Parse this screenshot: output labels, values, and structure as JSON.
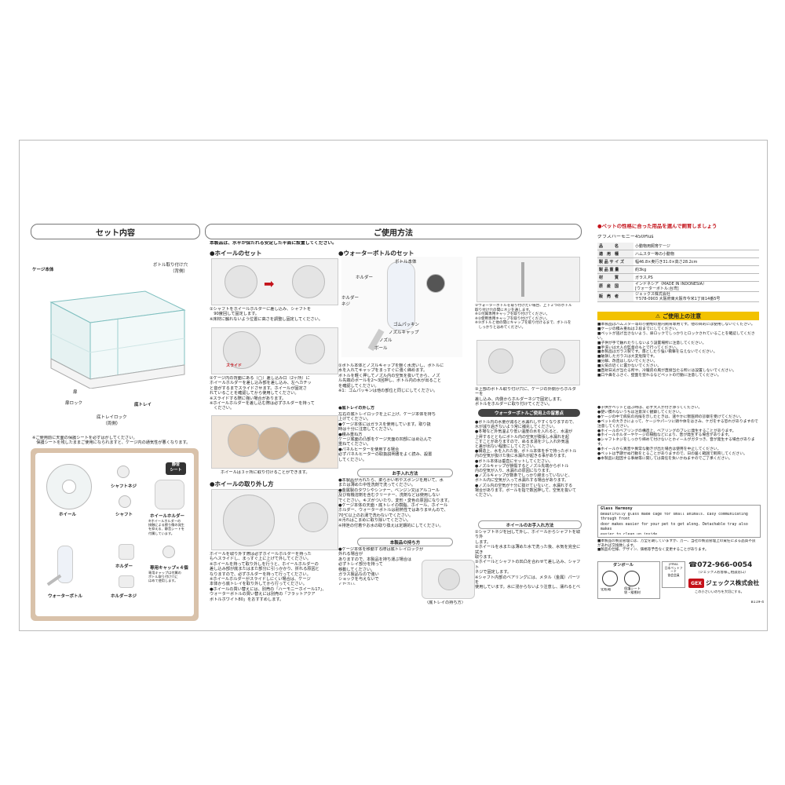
{
  "set": {
    "header": "セット内容",
    "labels": {
      "cage": "ケージ本体",
      "bottle_hole": "ボトル取り付け穴\n（背側）",
      "door": "扉",
      "door_lock": "扉ロック",
      "tray_lock": "底トレイロック\n（両側）",
      "tray": "底トレイ"
    },
    "note": "※ご使用前に天面の保護シートを必ずはがしてください。\n　保護シートを残したままご使用になられますと、ケージ内の通気性が悪くなります。",
    "parts": {
      "shaft_screw": "シャフトネジ",
      "wheel": "ホイール",
      "shaft": "シャフト",
      "silent_sheet": "静音\nシート",
      "wheel_holder": "ホイールホルダー",
      "wheel_holder_note": "※ホイールホルダーの\n接触による擦り傷の発生\nを抑える、静音シートを\n付属しています。",
      "holder": "ホルダー",
      "bottle": "ウォーターボトル",
      "holder_screw": "ホルダーネジ",
      "caps": "専用キャップ×４個",
      "caps_note": "専用キャップは付属の\nボトル取り付け穴に\nはめて使用します。"
    }
  },
  "usage": {
    "header": "ご使用方法",
    "intro": "本製品は、水平が保たれる安定した平面に設置してください。",
    "wheel_set_title": "●ホイールのセット",
    "wheel_step1": "①シャフトをホイールホルダーに差し込み、シャフトを\n　90度回して固定します。\n※床材に触れないよう位置に高さを調整し固定してください。",
    "wheel_step2": "②ケージ内の背面にある（◯）差し込み口（2ヶ所）に\nホイールホルダーを差し込み部を差し込み、左へカチッ\nと音がするまでスライドさせます。ホイールが固定さ\nれていることを確認してから使用してください。\n※スライドする際に強い場合があります。\n※ホイールホルダーを差し込む際は必ずホルダーを持って\n　ください。",
    "slide": "スライド",
    "wheel_height": "ホイールは３ヶ所に取り付けることができます。",
    "wheel_remove_title": "●ホイールの取り外し方",
    "wheel_remove": "ホイールを取り外す際は必ずホイールホルダーを持った\nもへスライドし、まっすぐ上に上げて外してください。\n※ホイールを持って取り外しを行うと、ホイールホルダーの\n差し込み部が底またはまた部分に引っかかり、折れる原因と\nなりますので、必ずホルダーを持って行ってください。\n※ホイールホルダーがスライドしにくい場合は、ケージ\n本体から底トレイを取り外してから行ってください。\n●ホイールの買い替えには、別売の「ハーモニーホイール17」、\nウォーターボトルの買い替えには別売の「フラットアクア\nボトルホワイト80」をおすすめします。",
    "bottle_set_title": "●ウォーターボトルのセット",
    "bottle_labels": {
      "body": "ボトル本体",
      "holder": "ホルダー",
      "holder_screw": "ホルダー\nネジ",
      "packing": "ゴムパッキン",
      "nozzle_cap": "ノズルキャップ",
      "nozzle": "ノズル",
      "ball": "ボール"
    },
    "bottle_step1": "①ボトル本体とノズルキャップを軽く水洗いし、ボトルに\n水を入れてキャップをまっすぐに強く締めます。\nボトルを軽く押してノズル内の空気を抜いてから、ノズ\nル先端のボールを2～3回押し、ボトル内の水が出ること\nを確認してください。\n※1：ゴムパッキンは他の部位と同じにしてください。",
    "bottle_step2": "②ウォーターボトルを取り付けたい場合、上下２つのボトル\n取り付け穴の間にネジを通します。\n※①付属専用キャップを取り付けてください。\n※②使用専用キャップを取り付けてください。\n※③ボトルと他の間にキャップを取り付けるまで、ボトルを\n　しっかりとはめてください。",
    "bottle_step3": "③上部のボトル取り付け穴に、ケージの外側からホルダーを\n差し込み、内側からホルダーネジで固定します。\nボトルをホルダーに取り付けてください。",
    "tray_title": "●底トレイの外し方",
    "tray_text": "左右の底トレイロックを上に上げ、ケージ本体を持ち\n上げてください。\n●ケージ本体にはガラスを使用しています。取り扱\n時は十分に注意してください。\n●積み重ね方\nケージ底面の凸部をケージ天面の凹部にはめ込んで\n重ねてください。\n●パネルヒーターを使用する場合\n必ずパネルヒーターの取扱説明書をよく読み、設置\nしてください。",
    "care_title": "お手入れ方法",
    "care_text": "●本製品が汚れたら、柔らかい布やスポンジを用いて、水\nまたは薄めた中性洗剤で洗ってください。\n●金属製のタワシやシンナー、ベンジン又はアルコール\n及び有機溶剤を含むクリーナー、洗剤などは使用しない\nでください。キズがついたり、変形・変色の原因になります。\n●ケージ本体の天面・底トレイの樹脂、ホイール、ホイール\nホルダー、ウォーターボトルは耐熱性ではありませんので、\n70℃以上のお湯で洗わないでください。\n※汚れはこまめに取り除いてください。\n※排泄の付着やお水の取り換えは定期的にしてください。",
    "carry_title": "本製品の持ち方",
    "carry_text": "●ケージ本体を移動する際は底トレイロックが外れる場合が\nありますので、本製品を持ち運ぶ場合は\n必ずトレイ部分を持って\n移動してください。\nガラス製品なので強い\nショックを与えないで\nください。",
    "carry_caption": "〈底トレイの持ち方〉",
    "bottle_notes_title": "ウォーターボトルご使用上の留意点",
    "bottle_notes": "●ボトル内の水量が減ると水漏れしやすくなりますので、\n水が減り過ぎないよう常に補充してください。\n●冬場など外気温より低い温度の水を入れると、水温が\n上昇するとともにボトル内の空気が膨張し水漏れを起\nこすことがありますので、ぬるま湯を少し入れ外気温\nと差が出ない程度にしてください。\n●構造上、水を入れた後、ボトル本体を手で持ったボトル\n内の空気が抜けた後に水漏れが起きる事があります。\n●ボトル本体は垂直にセットしてください。\n●ノズルキャップが損傷するとノズル先端からボトル\n内の空気が入り、水漏れの原因になります。\n●ノズルキャップが数条でしっかり締まっていないと、\nボトル内に空気が入って水漏れする場合があります。\n●ノズル内の空気が十分に抜けていないと、水漏れする\n場合があります。ボールを指で数回押して、空気を抜いて\nください。",
    "wheel_care_title": "ホイールのお手入れ方法",
    "wheel_care": "①シャフトネジを回して外し、ホイールからシャフトを取り外\nします。\n②ホイールを水または薄めた水で洗った後、水気を完全に拭き\n取ります。\n③ホイールとシャフトの凹凸を合わせて差し込み、シャフト\nネジで固定します。\n※シャフト内部のベアリングには、メタル（金属）パーツを\n使用しています。水に浸からないよう注意し、濡れるとベア\nリングにサビが発生する可能性がありますので、必ずホ\nイールから取り外してお手入れしてください。"
  },
  "right": {
    "tagline": "●ペットの性格に合った用品を選んで飼育しましょう",
    "product": "グラスハーモニー450Plus",
    "spec": [
      [
        "品　　　名",
        "小動物用飼育ケージ"
      ],
      [
        "適　用　種",
        "ハムスター等の小動物"
      ],
      [
        "製 品 サ イ ズ",
        "幅46.8×奥行き31.0×高さ28.2cm"
      ],
      [
        "製 品 重 量",
        "約3kg"
      ],
      [
        "材　　　質",
        "ガラス,PS"
      ],
      [
        "原　産　国",
        "インドネシア（MADE IN INDONESIA）\n[ウォーターボトル:台湾]"
      ],
      [
        "販　売　者",
        "ジェックス株式会社\n〒578-0903 大阪府東大阪市今米1丁目14番5号"
      ]
    ],
    "warn_title": "ご使用上の注意",
    "warnings": "■本製品はハムスター等の小動物の屋内飼育専用です。他の目的には使用しないでください。\n■ケージの積み重ねは２段までにしてください。\n■ペットが逃げ出さないよう、扉ロックでしっかりとロックされていることを確認してください。\n■子供が手で触れたりしないよう設置場所に注意してください。\n■手洗いは大人の監督のもとで行ってください。\n■本製品はガラス製です。落としたり強い衝撃を与えないでください。\n■破損したガラスは大変危険です。\n■分解、改造はしないでください。\n■火気の近くに置かないでください。\n■直射日光が当たる所や、冷暖房の風が直接当たる所には設置しないでください。\n■口や鼻をふさぐ、壁面を登れるなどペットの行動に注意してください。",
    "warnings2": "●子供がペットと遊ぶ時は、必ず大人が付き添ってください。\n●使い慣れないうちは注意深く観察してください。\n●ケージの中で病気の兆候を示したときは、速やかに獣医師の診察を受けてください。\n●ペットの大きさによって、ケージやパーツに頭や体をはさみ、ケガをする恐れがありますので注意してください。\n●ホイールのベアリングの構造上、ベアリングのブレに発生することがあります。\n●ホイールホルダーやケージの樹脂などにより、音が発生する場合があります。\n●シャフトネジをしっかり締めて付けないとホイールがガタつき、音が発生する場合があります。\n●ホイールから異音や異常な動きが出た場合は使用を中止してください。\n●ペットは予期せぬ行動をとることがありますので、日の届く範囲で飼育してください。\n●本製品に起因する事故等に関しては責任を負いかねますのでご了承ください。",
    "english_title": "Glass Harmony",
    "english": "Beautifully glass made cage for small animals. Easy communicating through front\ndoor makes easier for your pet to get along. Detachable tray also makes\neasier to clean up inside.",
    "footer_note": "■本製品の製造管理には、万全を期していますが、万一、当社の製造管理上の責任による品質不良があれば交換致します。\n■製品の仕様、デザイン、価格等予告なく変更することがあります。",
    "recycle": "ダンボール",
    "recycle_labels": [
      "化粧箱",
      "保護シート\n袋・緩衝材"
    ],
    "jppma": "JPPMA\n日本ペットフード\n協会会員",
    "phone": "☎072-966-0054",
    "phone_caption": "（ジェックスお客様ご相談窓口）",
    "company": "ジェックス株式会社",
    "slogan": "この小さいいのちを大切にする。",
    "code": "B119-4",
    "colors": {
      "red": "#c4121a",
      "warn_yellow": "#f2c200",
      "tan": "#d9c2aa"
    }
  }
}
